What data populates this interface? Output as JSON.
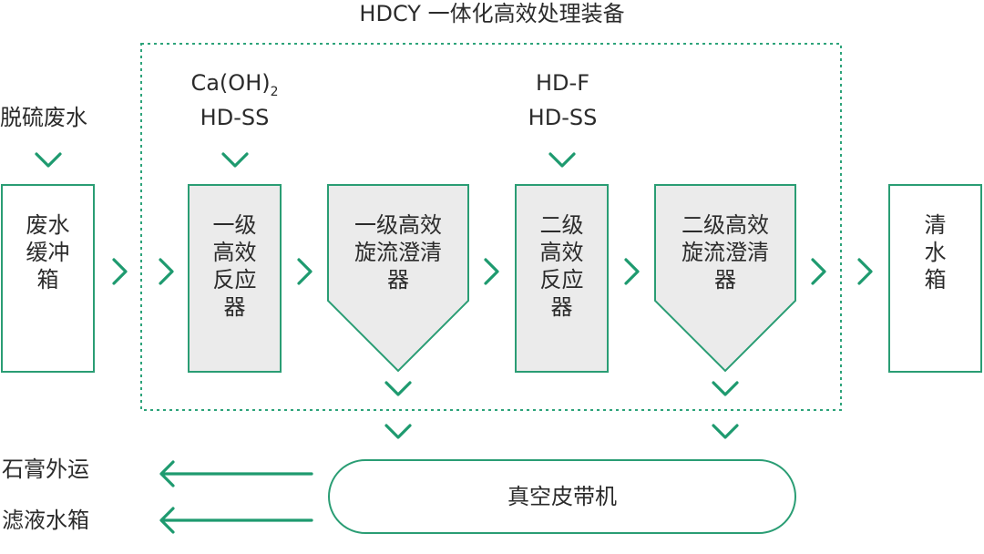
{
  "title": "HDCY 一体化高效处理装备",
  "input_label": "脱硫废水",
  "reagent_1": {
    "line1_base": "Ca(OH)",
    "line1_sub": "2",
    "line2": "HD-SS"
  },
  "reagent_2": {
    "line1": "HD-F",
    "line2": "HD-SS"
  },
  "nodes": {
    "buffer_tank": [
      "废水",
      "缓冲",
      "箱"
    ],
    "reactor_1": [
      "一级",
      "高效",
      "反应",
      "器"
    ],
    "clarifier_1": [
      "一级高效",
      "旋流澄清",
      "器"
    ],
    "reactor_2": [
      "二级",
      "高效",
      "反应",
      "器"
    ],
    "clarifier_2": [
      "二级高效",
      "旋流澄清",
      "器"
    ],
    "clean_tank": [
      "清",
      "水",
      "箱"
    ]
  },
  "belt_filter": "真空皮带机",
  "outputs": {
    "gypsum": "石膏外运",
    "filtrate": "滤液水箱"
  },
  "colors": {
    "accent": "#1e9a6f",
    "box_border": "#2a9d74",
    "box_fill_grey": "#ebebeb",
    "dotted": "#2da37a"
  }
}
